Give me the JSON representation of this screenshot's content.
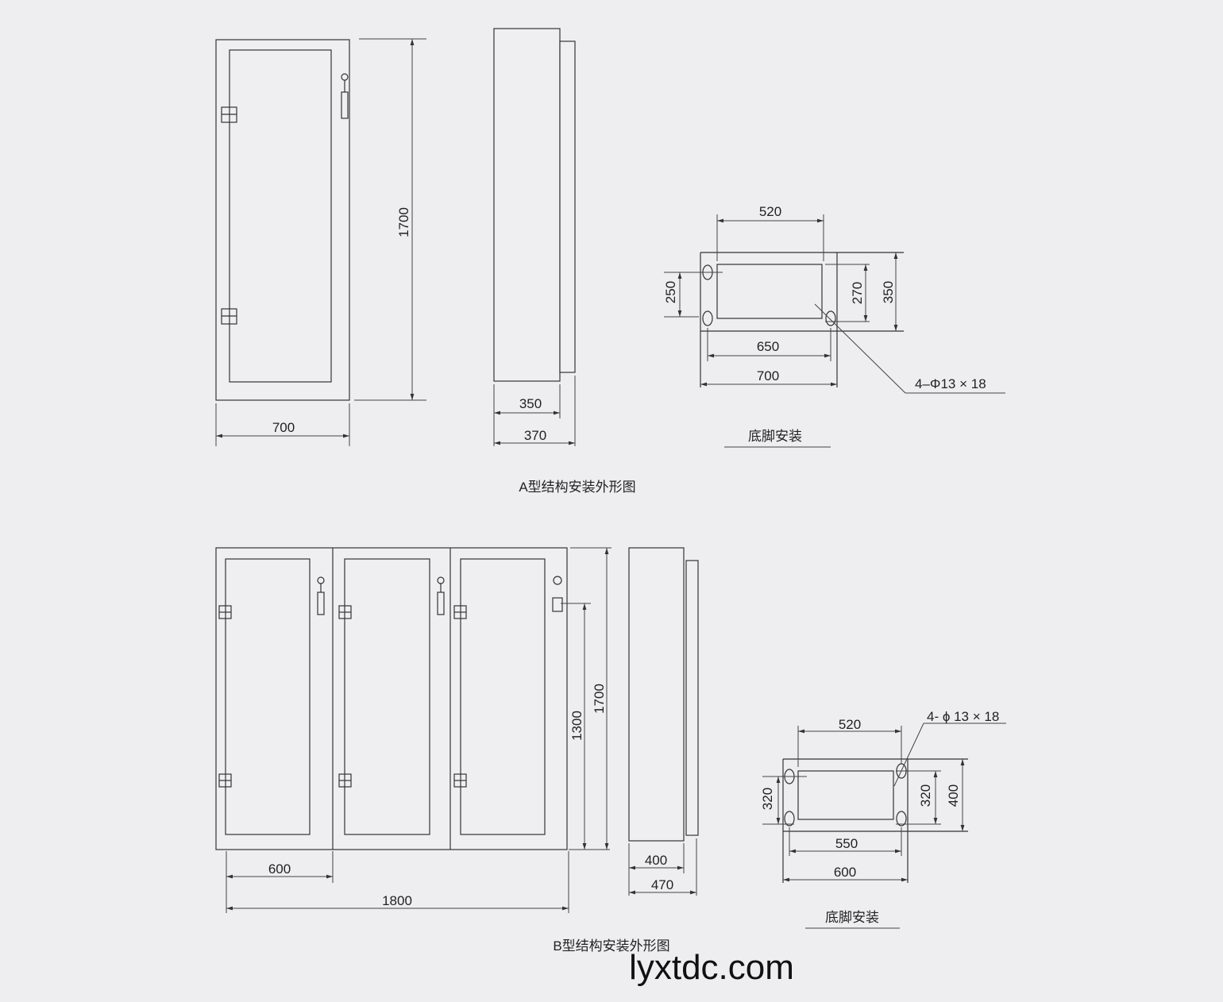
{
  "section_a": {
    "caption": "A型结构安装外形图",
    "front": {
      "width": "700",
      "height": "1700"
    },
    "side": {
      "depth_inner": "350",
      "depth_outer": "370"
    },
    "base": {
      "title": "底脚安装",
      "hole_spacing_w": "520",
      "hole_spacing_h": "250",
      "inner_h": "270",
      "outer_h": "350",
      "inner_w": "650",
      "outer_w": "700",
      "holes": "4–Φ13 × 18"
    }
  },
  "section_b": {
    "caption": "B型结构安装外形图",
    "front": {
      "unit_width": "600",
      "total_width": "1800",
      "door_height": "1300",
      "height": "1700"
    },
    "side": {
      "depth_inner": "400",
      "depth_outer": "470"
    },
    "base": {
      "title": "底脚安装",
      "hole_spacing_w": "520",
      "holes": "4- ϕ 13 × 18",
      "hole_spacing_h": "320",
      "inner_h": "320",
      "outer_h": "400",
      "inner_w": "550",
      "outer_w": "600"
    }
  },
  "watermark": "lyxtdc.com"
}
